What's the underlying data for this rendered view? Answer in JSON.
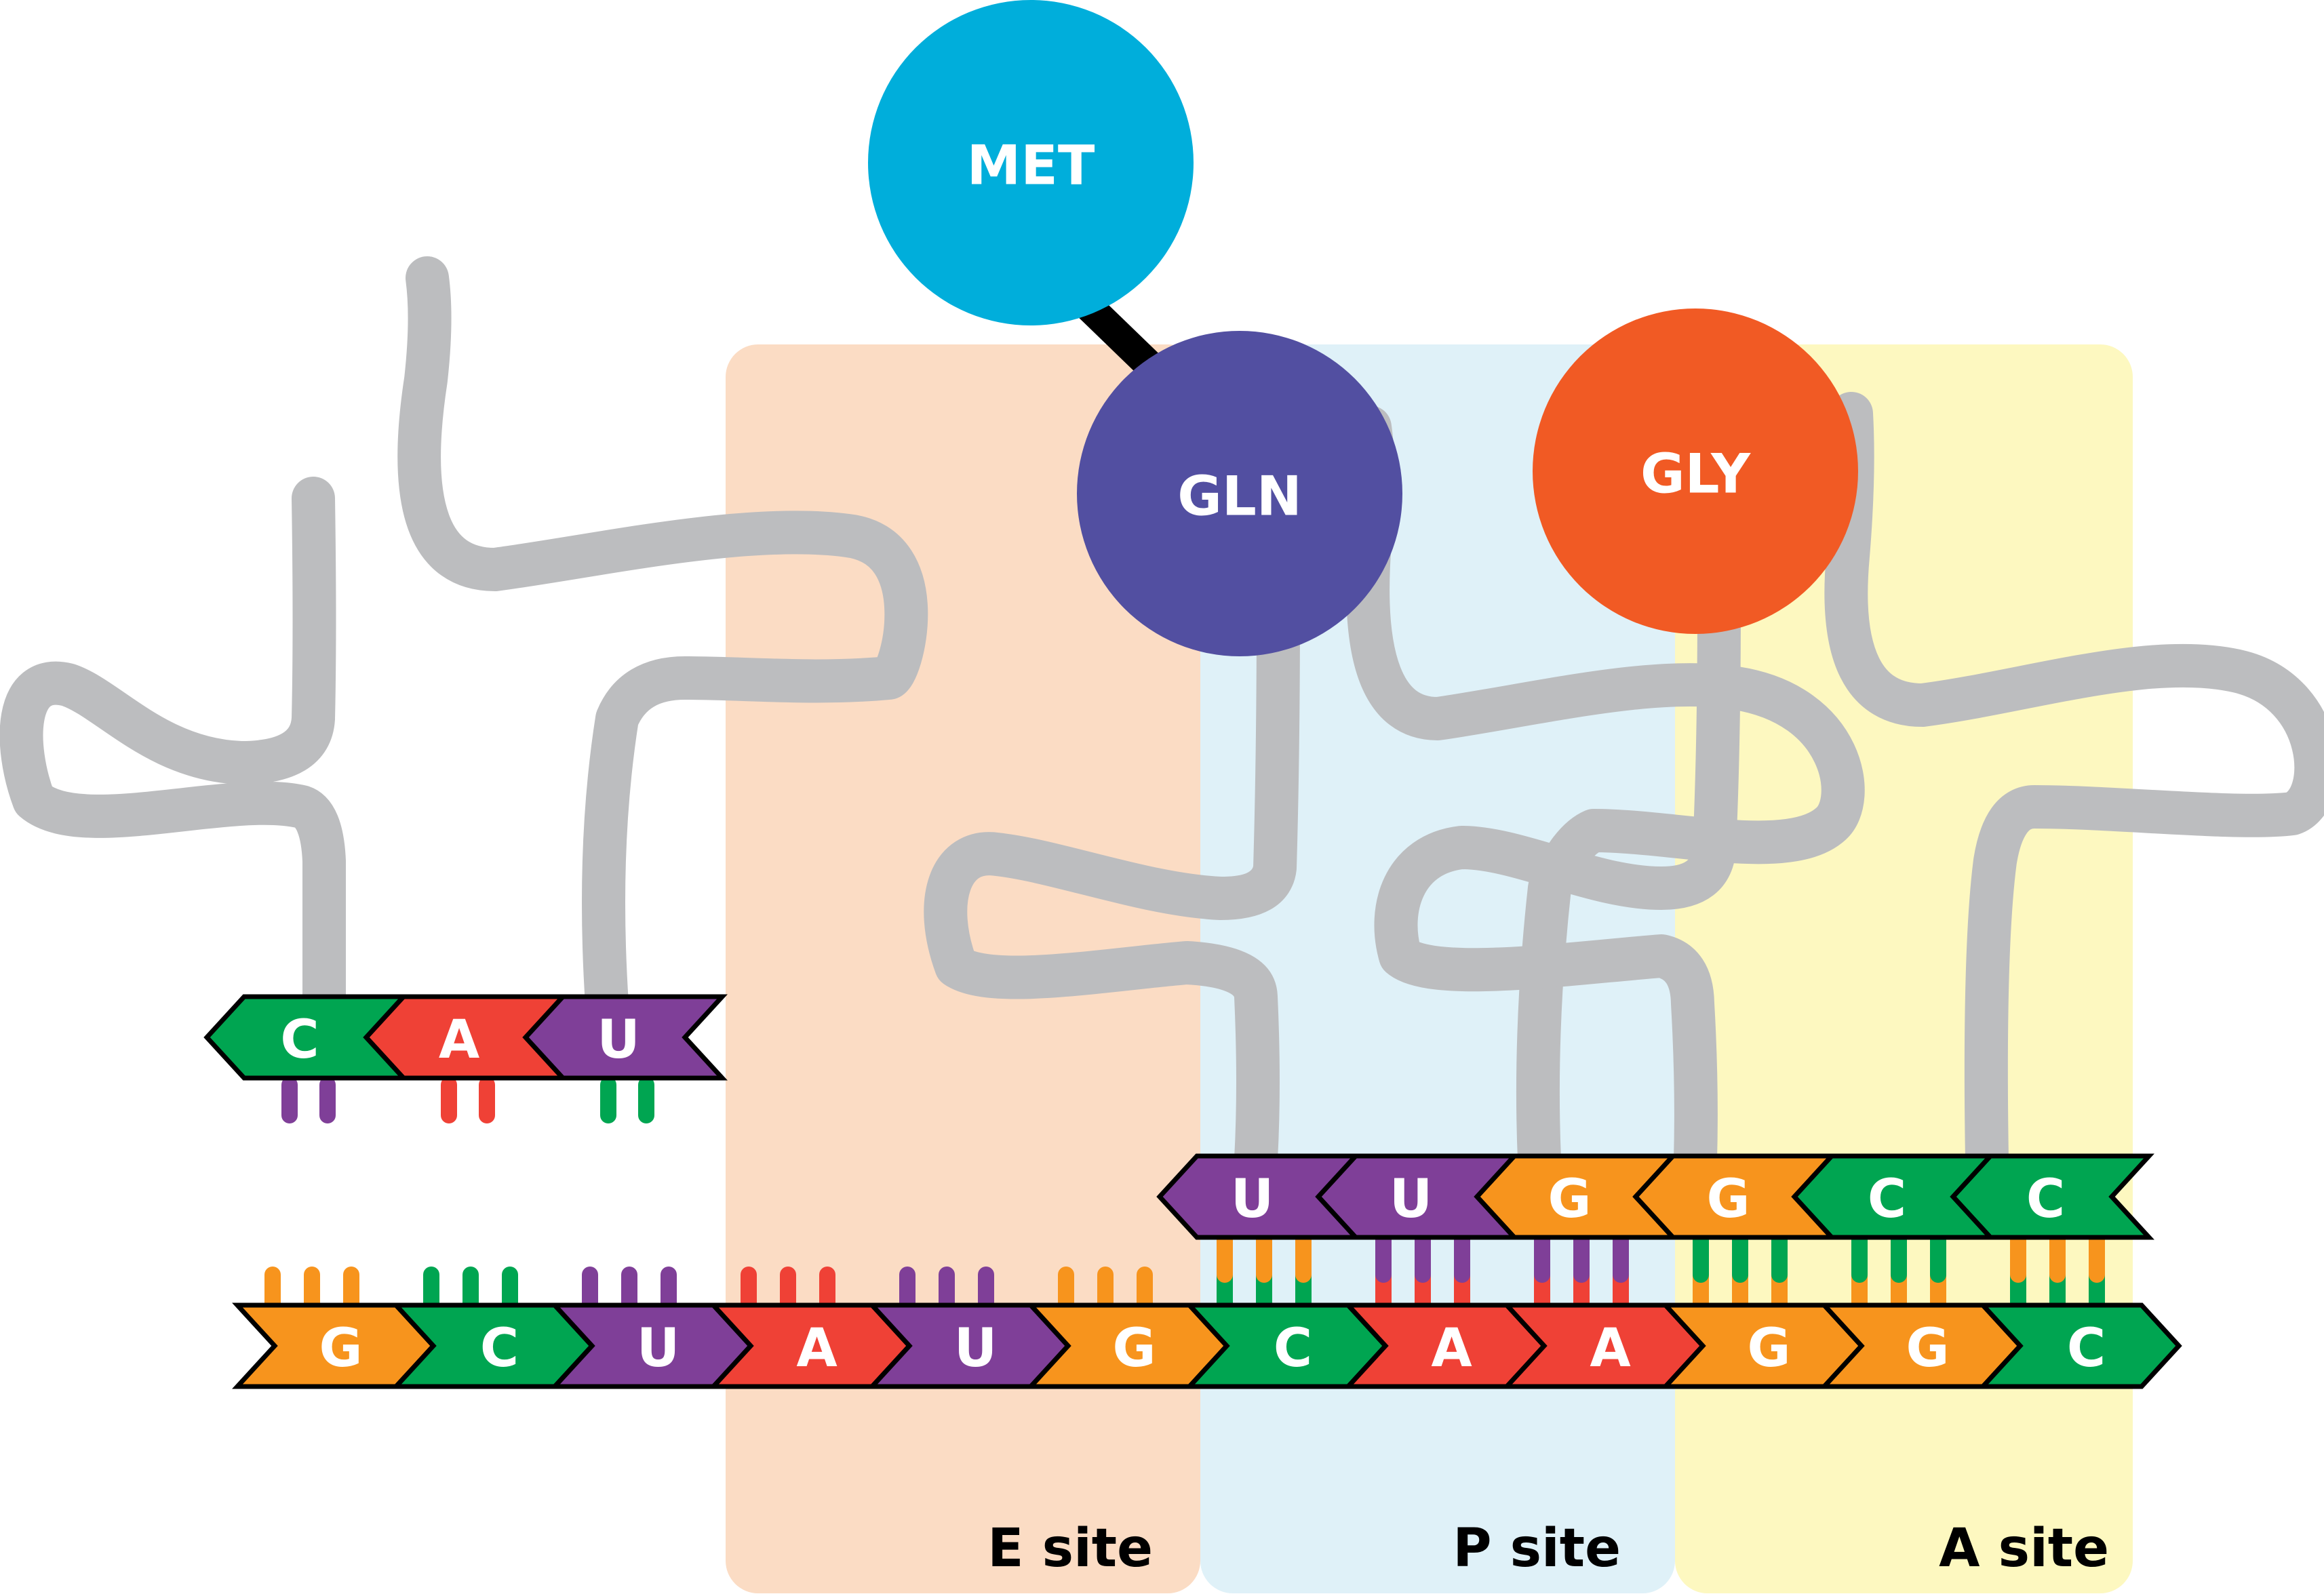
{
  "colors": {
    "A": "#ef4136",
    "C": "#00a551",
    "G": "#f7941d",
    "U": "#7f3f98",
    "e_site": "#fbdcc4",
    "p_site": "#dff1f8",
    "a_site": "#fdf8c0",
    "trna_body": "#bcbdbf",
    "met": "#00aedb",
    "gln": "#524fa1",
    "gly": "#f15a24",
    "peptide_bond": "#000000",
    "outline": "#000000"
  },
  "sites": [
    {
      "key": "e",
      "label": "E site"
    },
    {
      "key": "p",
      "label": "P site"
    },
    {
      "key": "a",
      "label": "A site"
    }
  ],
  "mrna": [
    "G",
    "C",
    "U",
    "A",
    "U",
    "G",
    "C",
    "A",
    "A",
    "G",
    "G",
    "C"
  ],
  "trna_exiting": {
    "anticodon": [
      "U",
      "A",
      "C"
    ]
  },
  "trna_p": {
    "anticodon": [
      "G",
      "U",
      "U"
    ],
    "amino_acid": "GLN"
  },
  "trna_a": {
    "anticodon": [
      "C",
      "C",
      "G"
    ],
    "amino_acid": "GLY"
  },
  "peptide": {
    "amino_acid": "MET"
  }
}
